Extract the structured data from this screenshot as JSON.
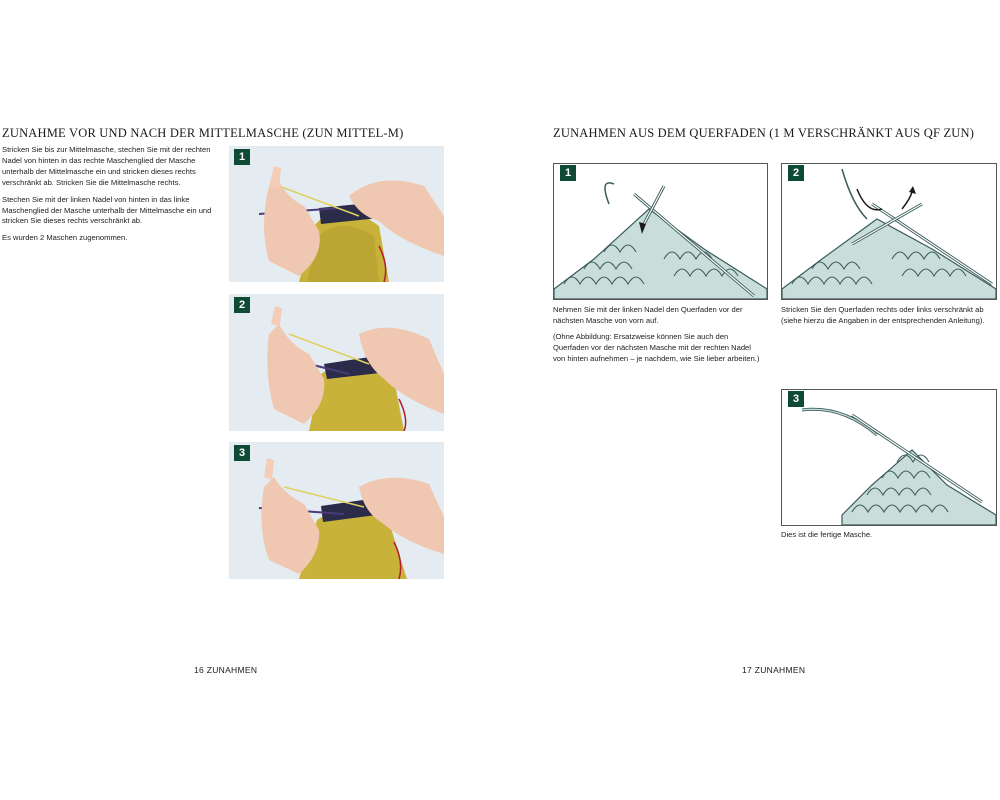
{
  "left_page": {
    "heading": "ZUNAHME VOR UND NACH DER MITTELMASCHE (ZUN MITTEL-M)",
    "paragraphs": [
      "Stricken Sie bis zur Mittelmasche, stechen Sie mit der rechten Nadel von hinten in das rechte Maschenglied der Masche unterhalb der Mittelmasche ein und stricken dieses rechts verschränkt ab. Stricken Sie die Mittelmasche rechts.",
      "Stechen Sie mit der linken Nadel von hinten in das linke Maschenglied der Masche unterhalb der Mittelmasche ein und stricken Sie dieses rechts verschränkt ab.",
      "Es wurden 2 Maschen zugenommen."
    ],
    "photos": [
      {
        "step": "1"
      },
      {
        "step": "2"
      },
      {
        "step": "3"
      }
    ],
    "footer": "16 ZUNAHMEN"
  },
  "right_page": {
    "heading": "ZUNAHMEN AUS DEM QUERFADEN (1 M VERSCHRÄNKT AUS QF ZUN)",
    "diagrams": [
      {
        "step": "1",
        "captions": [
          "Nehmen Sie mit der linken Nadel den Querfaden vor der nächsten Masche von vorn auf.",
          "(Ohne Abbildung: Ersatzweise können Sie auch den Querfaden vor der nächsten Masche mit der rechten Nadel von hinten aufnehmen – je nachdem, wie Sie lieber arbeiten.)"
        ]
      },
      {
        "step": "2",
        "captions": [
          "Stricken Sie den Querfaden rechts oder links verschränkt ab (siehe hierzu die Angaben in der entsprechenden Anleitung)."
        ]
      },
      {
        "step": "3",
        "captions": [
          "Dies ist die fertige Masche."
        ]
      }
    ],
    "footer": "17 ZUNAHMEN"
  },
  "colors": {
    "badge": "#0f4a35",
    "yarn_outline": "#3a5c5a",
    "yarn_fill": "#c9dedb",
    "knit_yellow": "#c8b23a",
    "photo_background": "#e4ecf2"
  }
}
